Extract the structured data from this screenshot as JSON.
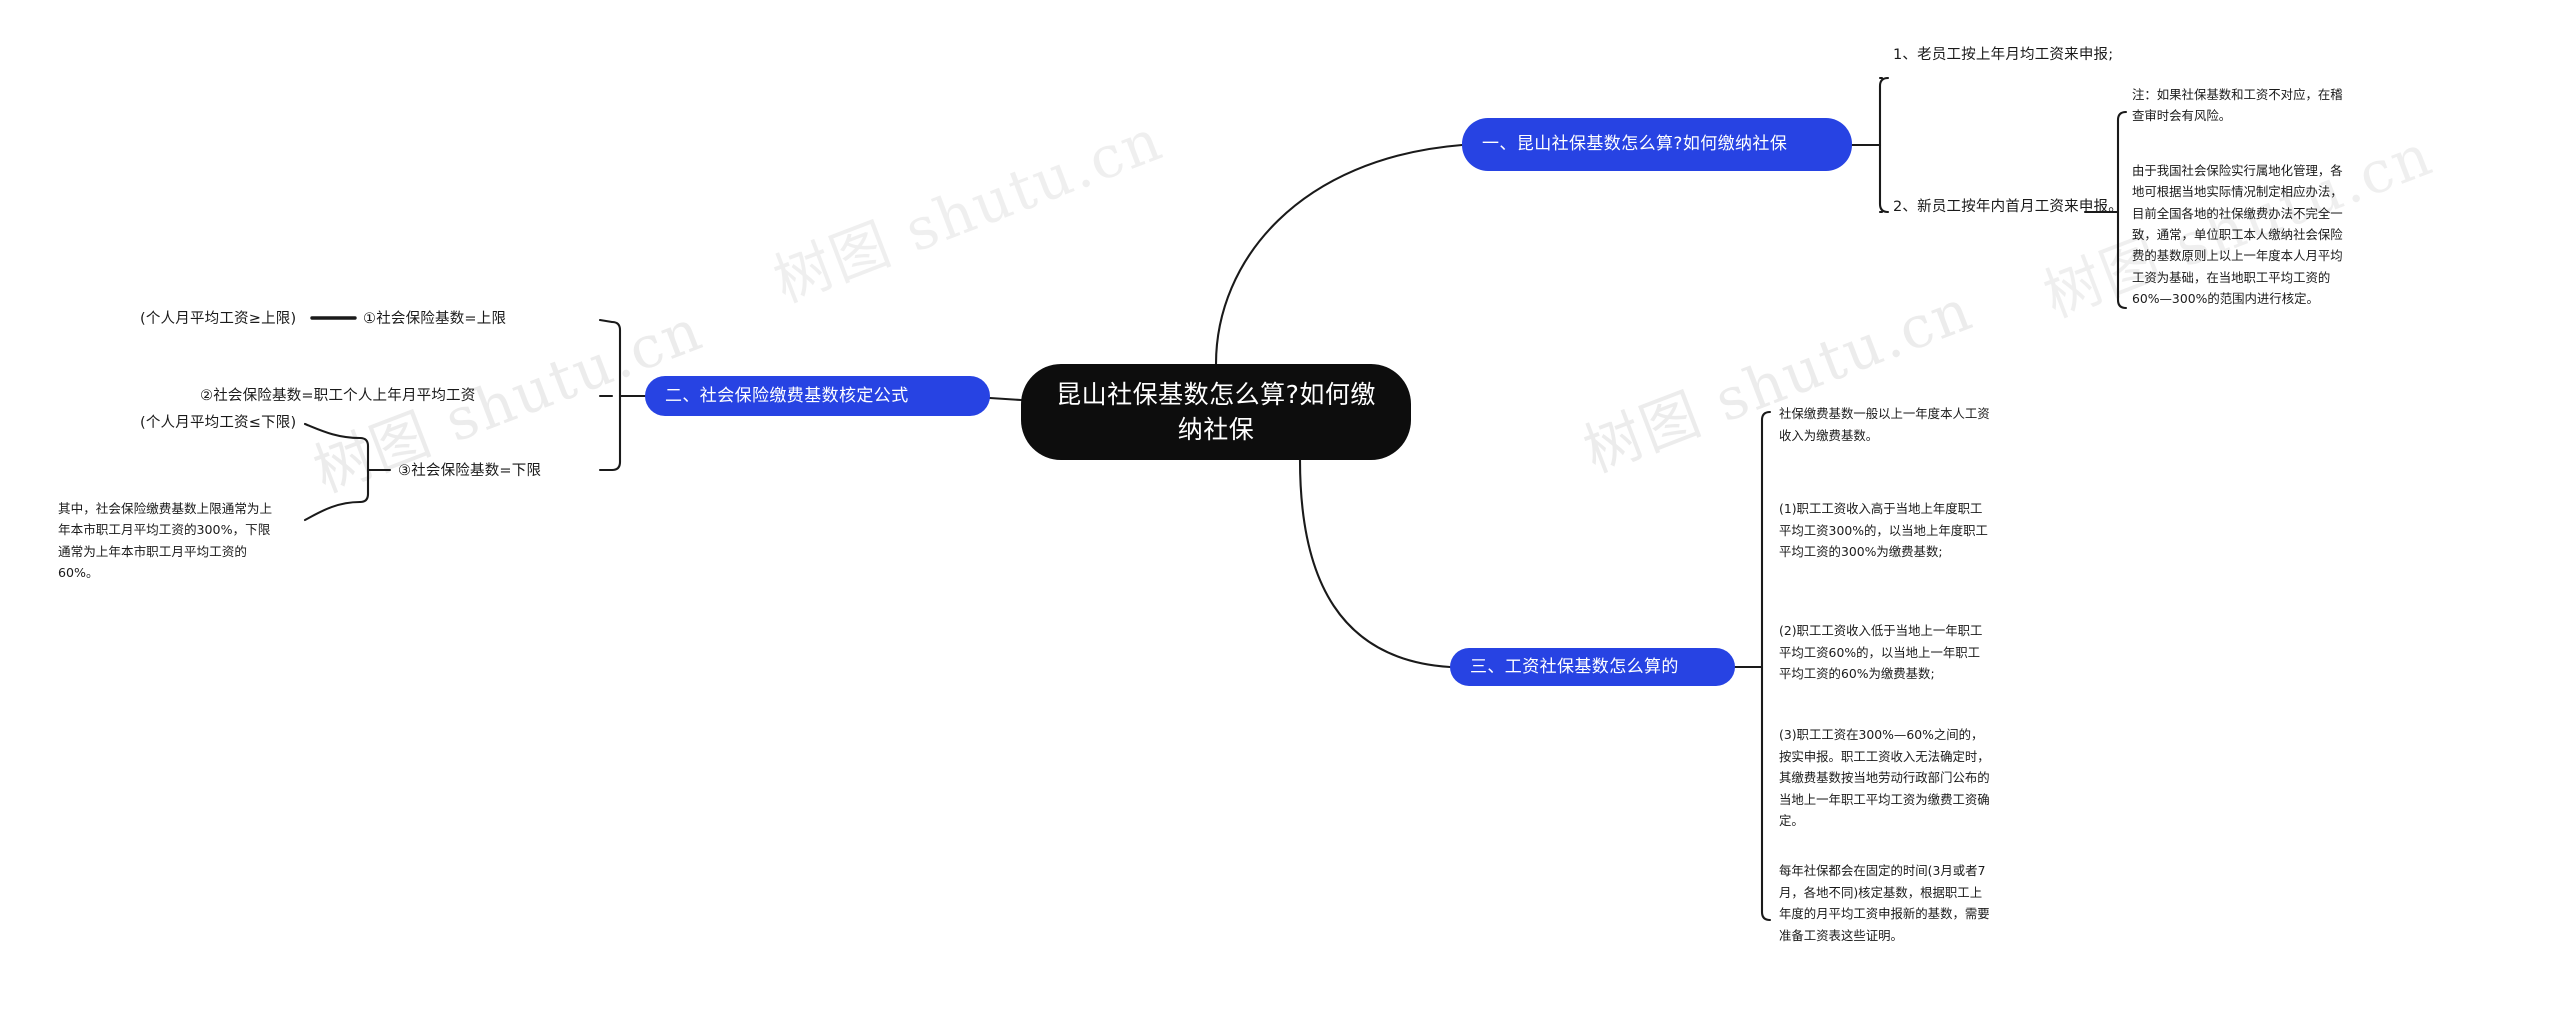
{
  "root": {
    "label": "昆山社保基数怎么算?如何缴纳社保",
    "color": "#0d0d0d"
  },
  "theme": {
    "branch_color": "#2743e3",
    "line_color": "#1a1a1a",
    "text_color": "#1a1a1a",
    "background": "#ffffff"
  },
  "watermark": {
    "text": "树图 shutu.cn"
  },
  "branches": [
    {
      "label": "一、昆山社保基数怎么算?如何缴纳社保",
      "children": [
        {
          "label": "1、老员工按上年月均工资来申报;"
        },
        {
          "label": "2、新员工按年内首月工资来申报。"
        }
      ],
      "notes": [
        {
          "label": "注：如果社保基数和工资不对应，在稽查审时会有风险。"
        },
        {
          "label": "由于我国社会保险实行属地化管理，各地可根据当地实际情况制定相应办法，目前全国各地的社保缴费办法不完全一致，通常，单位职工本人缴纳社会保险费的基数原则上以上一年度本人月平均工资为基础，在当地职工平均工资的60%—300%的范围内进行核定。"
        }
      ]
    },
    {
      "label": "二、社会保险缴费基数核定公式",
      "children": [
        {
          "label": "①社会保险基数=上限"
        },
        {
          "label": "②社会保险基数=职工个人上年月平均工资"
        },
        {
          "label": "③社会保险基数=下限"
        }
      ],
      "conditions": [
        {
          "label": "(个人月平均工资≥上限)"
        },
        {
          "label": "(个人月平均工资≤下限)"
        }
      ],
      "notes": [
        {
          "label": "其中，社会保险缴费基数上限通常为上年本市职工月平均工资的300%，下限通常为上年本市职工月平均工资的60%。"
        }
      ]
    },
    {
      "label": "三、工资社保基数怎么算的",
      "notes": [
        {
          "label": "社保缴费基数一般以上一年度本人工资收入为缴费基数。"
        },
        {
          "label": "(1)职工工资收入高于当地上年度职工平均工资300%的，以当地上年度职工平均工资的300%为缴费基数;"
        },
        {
          "label": "(2)职工工资收入低于当地上一年职工平均工资60%的，以当地上一年职工平均工资的60%为缴费基数;"
        },
        {
          "label": "(3)职工工资在300%—60%之间的，按实申报。职工工资收入无法确定时，其缴费基数按当地劳动行政部门公布的当地上一年职工平均工资为缴费工资确定。"
        },
        {
          "label": "每年社保都会在固定的时间(3月或者7月，各地不同)核定基数，根据职工上年度的月平均工资申报新的基数，需要准备工资表这些证明。"
        }
      ]
    }
  ]
}
